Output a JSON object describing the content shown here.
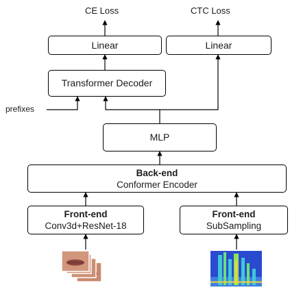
{
  "outputs": {
    "ce_loss": "CE Loss",
    "ctc_loss": "CTC Loss"
  },
  "blocks": {
    "linear_left": "Linear",
    "linear_right": "Linear",
    "transformer_decoder": "Transformer Decoder",
    "mlp": "MLP",
    "back_end": {
      "title": "Back-end",
      "subtitle": "Conformer Encoder"
    },
    "front_end_video": {
      "title": "Front-end",
      "subtitle": "Conv3d+ResNet-18"
    },
    "front_end_audio": {
      "title": "Front-end",
      "subtitle": "SubSampling"
    }
  },
  "inputs": {
    "prefixes": "prefixes",
    "video_icon": "lip-frames-image",
    "audio_icon": "spectrogram-image"
  },
  "colors": {
    "line": "#000000",
    "box_border": "#000000",
    "lip_skin": "#c98a70",
    "lip_mouth": "#8a4540",
    "spectrogram_bg": "#2a4bd0",
    "spectrogram_hot": "#f2d23c"
  }
}
